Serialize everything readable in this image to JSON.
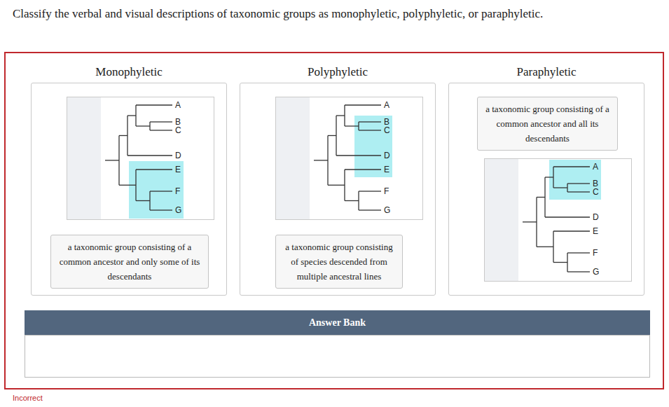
{
  "diagram": {
    "title": "Classify the verbal and visual descriptions of taxonomic groups as monophyletic, polyphyletic, or paraphyletic.",
    "nodes": [
      {
        "text": [
          "Monophyletic"
        ]
      },
      {
        "text": [
          "A",
          "B",
          "C",
          "D",
          "E",
          "F",
          "G"
        ],
        "in": 0
      },
      {
        "text": [
          "a taxonomic group consisting of a common ancestor and only some of its descendants"
        ],
        "in": 0
      },
      {
        "text": [
          "Polyphyletic"
        ]
      },
      {
        "text": [
          "A",
          "B",
          "C",
          "D",
          "E",
          "F",
          "G"
        ],
        "in": 3
      },
      {
        "text": [
          "a taxonomic group consisting of species descended from multiple ancestral lines"
        ],
        "in": 3
      },
      {
        "text": [
          "Paraphyletic"
        ]
      },
      {
        "text": [
          "a taxonomic group consisting of a common ancestor and all its descendants"
        ],
        "in": 6
      },
      {
        "text": [
          "A",
          "B",
          "C",
          "D",
          "E",
          "F",
          "G"
        ],
        "in": 6
      },
      {
        "text": [
          "Answer Bank"
        ]
      }
    ],
    "labels": [
      "Incorrect"
    ]
  }
}
